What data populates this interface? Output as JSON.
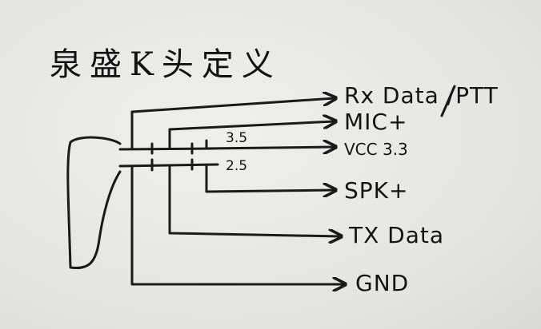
{
  "title": "泉盛K头定义",
  "pins": {
    "rx": "Rx Data /PTT",
    "mic": "MIC+",
    "vcc": "VCC 3.3",
    "spk": "SPK+",
    "tx": "TX Data",
    "gnd": "GND"
  },
  "plug_labels": {
    "p35": "3.5",
    "p25": "2.5"
  }
}
